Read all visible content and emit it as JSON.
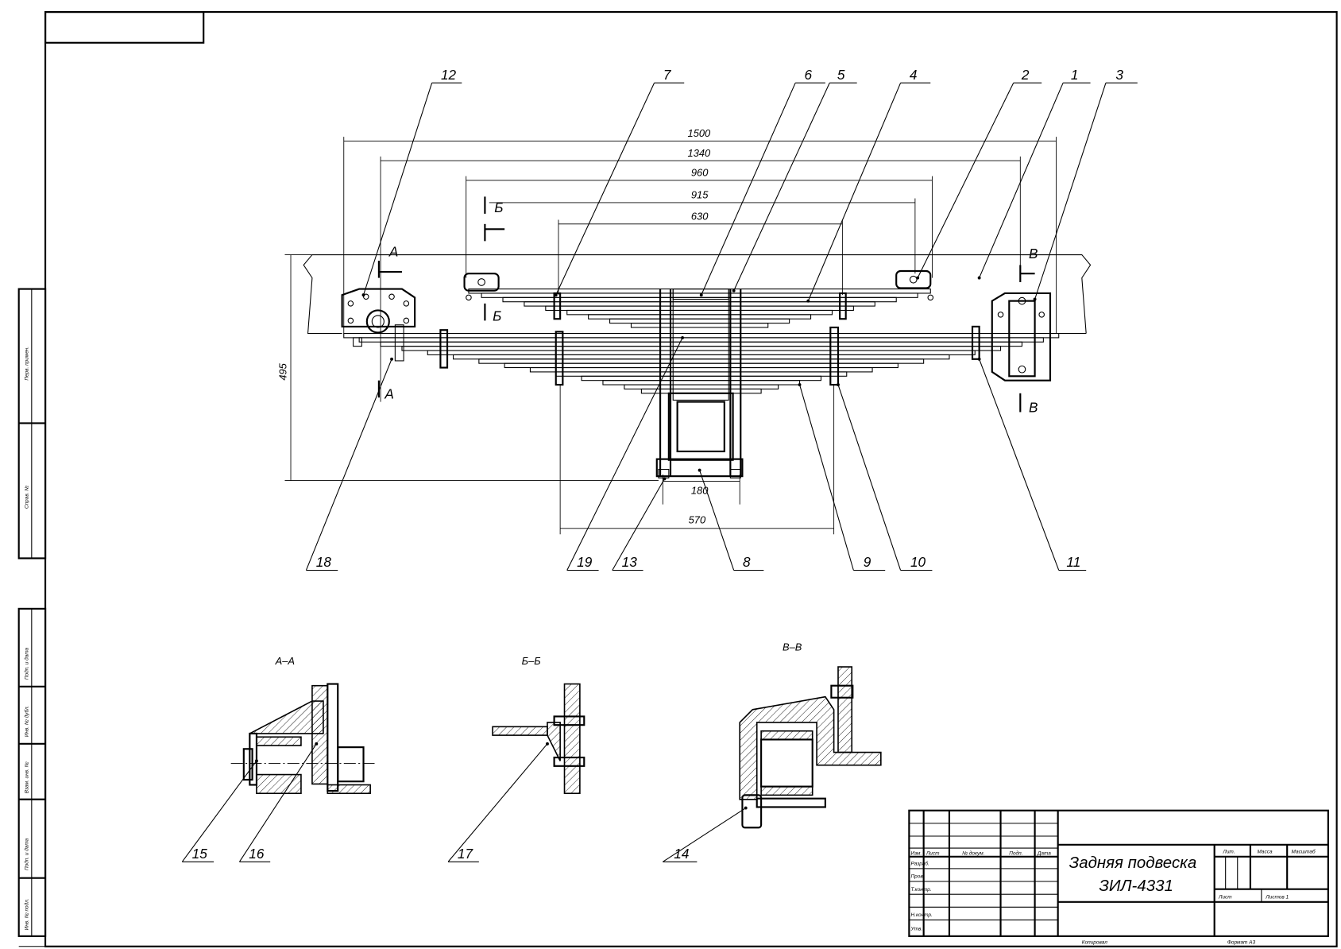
{
  "title_block": {
    "title_line1": "Задняя подвеска",
    "title_line2": "ЗИЛ-4331",
    "headers": {
      "izm": "Изм.",
      "list": "Лист",
      "doc": "№ докум.",
      "sign": "Подп.",
      "date": "Дата"
    },
    "roles": [
      "Разраб.",
      "Пров.",
      "Т.контр.",
      "Н.контр.",
      "Утв."
    ],
    "lit": "Лит.",
    "mass": "Масса",
    "scale": "Масштаб",
    "sheet": "Лист",
    "sheets": "Листов 1",
    "copied": "Копировал",
    "format": "Формат A3"
  },
  "side_stamps": {
    "upper": [
      "Перв. примен.",
      "Справ. №"
    ],
    "lower": [
      "Подп. и дата",
      "Инв. № дубл.",
      "Взам. инв. №",
      "Подп. и дата",
      "Инв. № подл."
    ]
  },
  "dimensions": {
    "d1500": "1500",
    "d1340": "1340",
    "d960": "960",
    "d915": "915",
    "d630": "630",
    "d495": "495",
    "d180": "180",
    "d570": "570"
  },
  "section_markers": {
    "a": "А",
    "b": "Б",
    "v": "В"
  },
  "sections": {
    "aa": "А–А",
    "bb": "Б–Б",
    "vv": "В–В"
  },
  "balloons": {
    "n1": "1",
    "n2": "2",
    "n3": "3",
    "n4": "4",
    "n5": "5",
    "n6": "6",
    "n7": "7",
    "n8": "8",
    "n9": "9",
    "n10": "10",
    "n11": "11",
    "n12": "12",
    "n13": "13",
    "n14": "14",
    "n15": "15",
    "n16": "16",
    "n17": "17",
    "n18": "18",
    "n19": "19"
  }
}
